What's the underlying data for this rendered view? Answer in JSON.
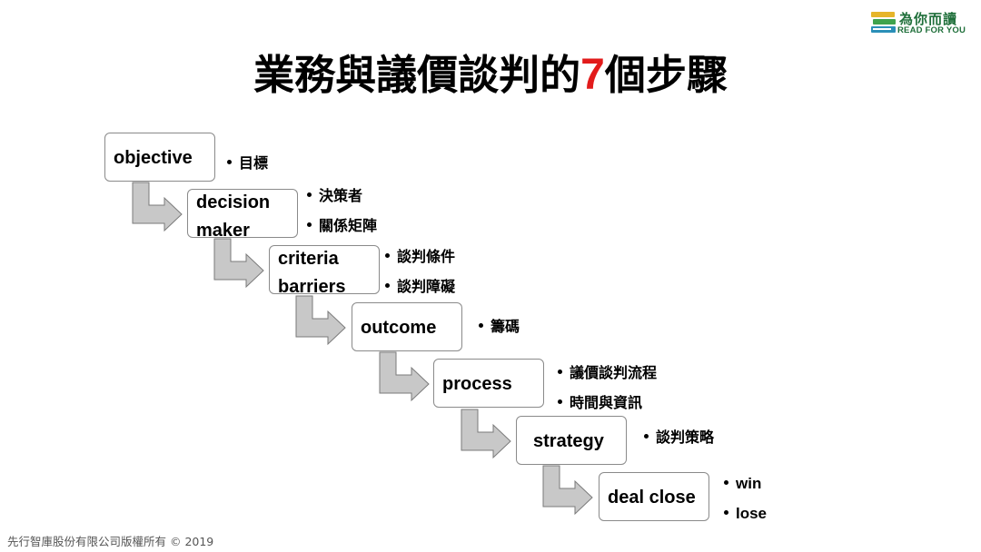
{
  "logo": {
    "zh": "為你而讀",
    "en": "READ FOR YOU",
    "icon": "books-icon",
    "colors": {
      "top": "#e6b52a",
      "middle": "#3fa34d",
      "bottom": "#2a8fb8"
    }
  },
  "title": {
    "before": "業務與議價談判的",
    "number": "7",
    "after": "個步驟"
  },
  "accent_color": "#e21b1b",
  "steps": [
    {
      "lines": [
        "objective"
      ],
      "notes": [
        "目標"
      ]
    },
    {
      "lines": [
        "decision",
        "maker"
      ],
      "notes": [
        "決策者",
        "關係矩陣"
      ]
    },
    {
      "lines": [
        "criteria",
        "barriers"
      ],
      "notes": [
        "談判條件",
        "談判障礙"
      ]
    },
    {
      "lines": [
        "outcome"
      ],
      "notes": [
        "籌碼"
      ]
    },
    {
      "lines": [
        "process"
      ],
      "notes": [
        "議價談判流程",
        "時間與資訊"
      ]
    },
    {
      "lines": [
        "strategy"
      ],
      "notes": [
        "談判策略"
      ]
    },
    {
      "lines": [
        "deal close"
      ],
      "notes": [
        "win",
        "lose"
      ]
    }
  ],
  "arrow_color": "#c8c8c8",
  "footer": "先行智庫股份有限公司版權所有 © 2019"
}
